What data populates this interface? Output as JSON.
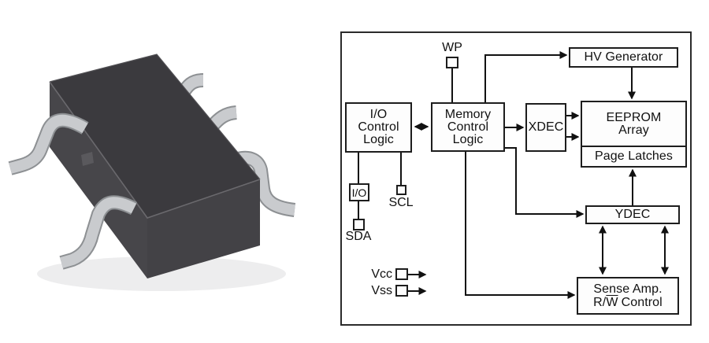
{
  "chip": {
    "shadow_color": "#ededee",
    "body_top_color": "#3b3a3e",
    "body_left_color": "#47464a",
    "body_right_color": "#434246",
    "edge_highlight_color": "#6a696d",
    "bevel_color": "#525155",
    "mark_color": "#5a595d",
    "lead_color": "#c9cbce",
    "lead_outline_color": "#8d9093"
  },
  "diagram": {
    "border_color": "#2b2b2b",
    "line_color": "#111111",
    "blocks": {
      "hv_generator": {
        "label": "HV Generator"
      },
      "io_control": {
        "line1": "I/O",
        "line2": "Control",
        "line3": "Logic"
      },
      "memory_control": {
        "line1": "Memory",
        "line2": "Control",
        "line3": "Logic"
      },
      "xdec": {
        "label": "XDEC"
      },
      "eeprom_array": {
        "line1": "EEPROM",
        "line2": "Array"
      },
      "page_latches": {
        "label": "Page Latches"
      },
      "ydec": {
        "label": "YDEC"
      },
      "sense_amp": {
        "line1": "Sense Amp.",
        "line2_prefix": "R/",
        "line2_overline": "W",
        "line2_suffix": "Control"
      }
    },
    "pins": {
      "wp": "WP",
      "io": "I/O",
      "scl": "SCL",
      "sda": "SDA",
      "vcc": "Vcc",
      "vss": "Vss"
    }
  }
}
